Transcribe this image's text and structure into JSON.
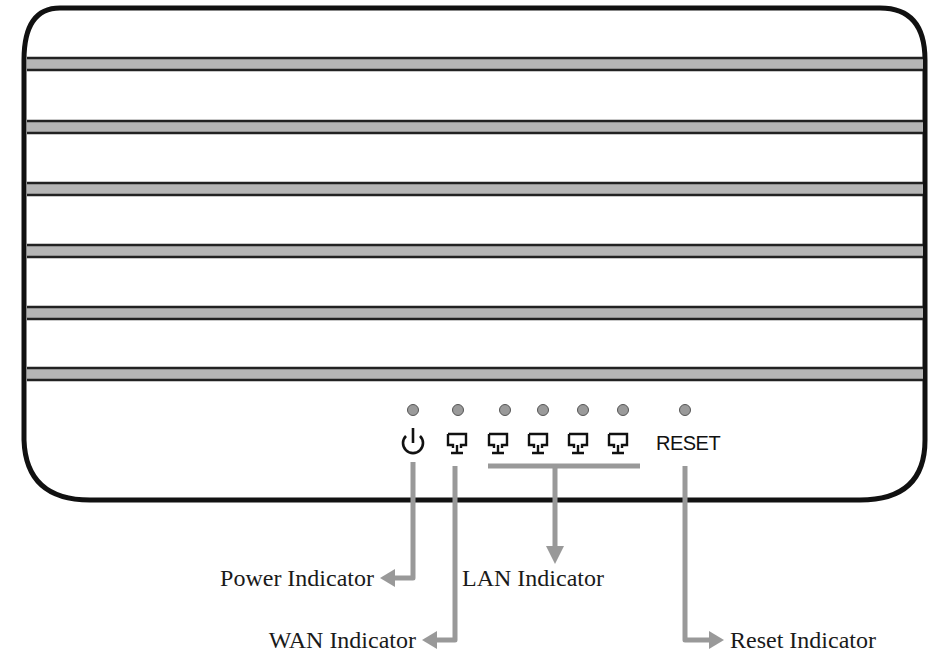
{
  "diagram": {
    "labels": [
      "RESET",
      "Power Indicator",
      "LAN Indicator",
      "WAN Indicator",
      "Reset Indicator"
    ]
  }
}
